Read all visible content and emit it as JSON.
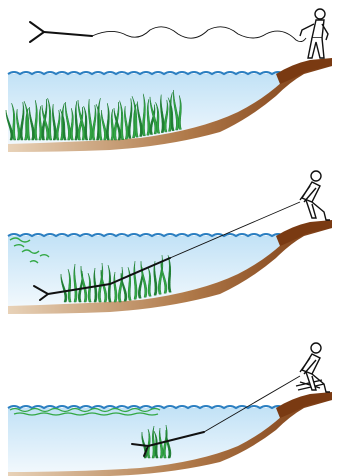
{
  "diagram": {
    "panels": [
      {
        "id": "panel-1",
        "rake": "thrown",
        "weeds": "dense"
      },
      {
        "id": "panel-2",
        "rake": "dragging",
        "weeds": "partly-uprooted"
      },
      {
        "id": "panel-3",
        "rake": "near-shore",
        "weeds": "mostly-removed"
      }
    ],
    "colors": {
      "water_top": "#c9e6f7",
      "water_bottom": "#eef7fc",
      "wave": "#2b7fc1",
      "bank": "#7a3a12",
      "weed": "#33a845",
      "weed_dark": "#1f7e33",
      "line": "#111111"
    }
  }
}
